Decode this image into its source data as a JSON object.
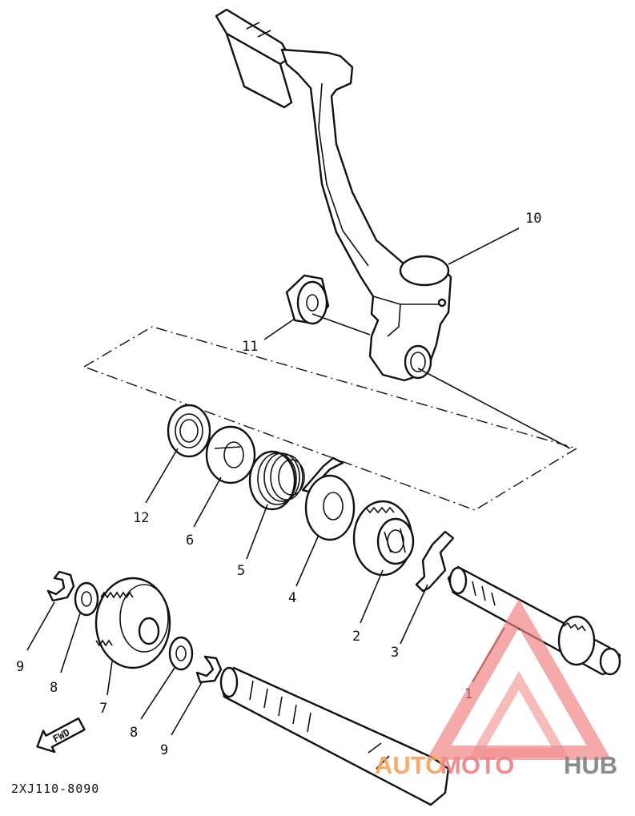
{
  "diagram": {
    "drawing_code": "2XJ110-8090",
    "fwd_label": "FWD",
    "callouts": [
      "10",
      "11",
      "12",
      "6",
      "5",
      "4",
      "2",
      "3",
      "1",
      "9",
      "8",
      "7",
      "8",
      "9"
    ]
  },
  "watermark": {
    "part1": "AUTO",
    "part2": "MOTO",
    "part3": "HUB",
    "colors": {
      "auto": "#f6a25a",
      "moto": "#f08080",
      "hub": "#7f7f7f",
      "triangle": "#f08080"
    }
  }
}
